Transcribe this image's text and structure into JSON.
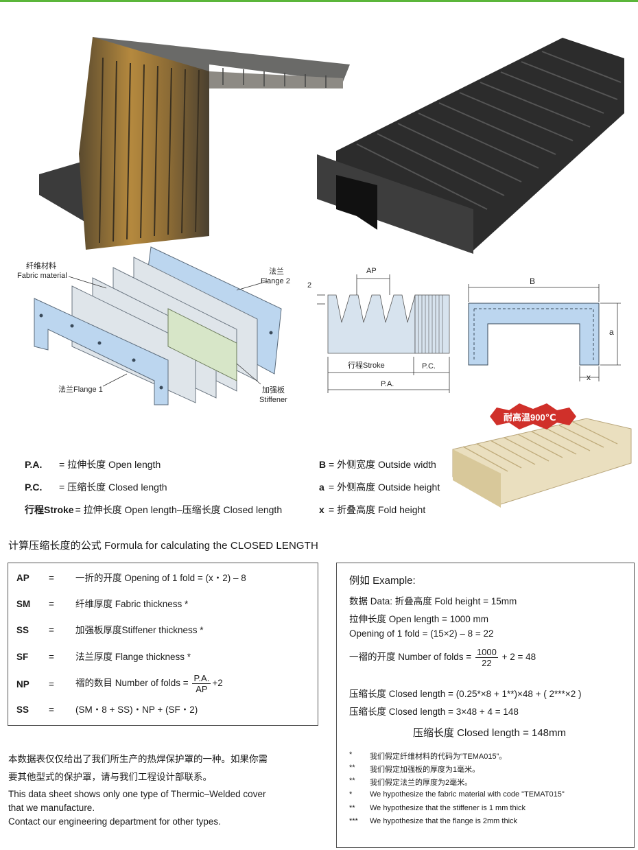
{
  "diagram_labels": {
    "fabric": "纤维材料",
    "fabric_en": "Fabric material",
    "flange2": "法兰",
    "flange2_en": "Flange 2",
    "flange1": "法兰Flange 1",
    "stiffener": "加强板",
    "stiffener_en": "Stiffener",
    "ap": "AP",
    "two": "2",
    "stroke": "行程Stroke",
    "pc": "P.C.",
    "pa": "P.A.",
    "b": "B",
    "a": "a",
    "x": "x",
    "badge": "耐高温900℃"
  },
  "legend_left": [
    {
      "key": "P.A.",
      "text": "= 拉伸长度 Open length"
    },
    {
      "key": "P.C.",
      "text": "= 压缩长度 Closed length"
    },
    {
      "key": "行程Stroke",
      "text": "= 拉伸长度 Open length–压缩长度 Closed length"
    }
  ],
  "legend_right": [
    {
      "key": "B",
      "text": "= 外侧宽度 Outside width"
    },
    {
      "key": "a",
      "text": "= 外侧高度 Outside height"
    },
    {
      "key": "x",
      "text": "= 折叠高度 Fold height"
    }
  ],
  "formula_title": "计算压缩长度的公式 Formula for calculating the CLOSED LENGTH",
  "formulas": [
    {
      "key": "AP",
      "eq": "=",
      "value": "一折的开度 Opening of 1 fold = (x・2) – 8"
    },
    {
      "key": "SM",
      "eq": "=",
      "value": "纤维厚度 Fabric thickness *"
    },
    {
      "key": "SS",
      "eq": "=",
      "value": "加强板厚度Stiffener thickness *"
    },
    {
      "key": "SF",
      "eq": "=",
      "value": "法兰厚度 Flange thickness *"
    },
    {
      "key": "NP",
      "eq": "=",
      "value": "褶的数目 Number of folds =",
      "frac_num": "P.A.",
      "frac_den": "AP",
      "suffix": "+2"
    },
    {
      "key": "SS",
      "eq": "=",
      "value": "(SM・8 + SS)・NP + (SF・2)"
    }
  ],
  "example": {
    "title": "例如 Example:",
    "line1": "数据 Data: 折叠高度 Fold height = 15mm",
    "line2": "拉伸长度 Open length = 1000 mm",
    "line3": "Opening of 1 fold = (15×2) – 8 = 22",
    "line4_pre": "一褶的开度 Number of folds =",
    "line4_num": "1000",
    "line4_den": "22",
    "line4_post": "+ 2 = 48",
    "line5": "压缩长度 Closed length = (0.25*×8 + 1**)×48 + ( 2***×2 )",
    "line6": "压缩长度 Closed length = 3×48 + 4 = 148",
    "result": "压缩长度 Closed length = 148mm"
  },
  "notes": [
    {
      "mark": "*",
      "text": "我们假定纤维材料的代码为“TEMA015”。"
    },
    {
      "mark": "**",
      "text": "我们假定加强板的厚度为1毫米。"
    },
    {
      "mark": "**",
      "text": "我们假定法兰的厚度为2毫米。"
    },
    {
      "mark": "*",
      "text": "We hypothesize the fabric material with code \"TEMAT015\""
    },
    {
      "mark": "**",
      "text": "We hypothesize that the stiffener is 1 mm thick"
    },
    {
      "mark": "***",
      "text": "We hypothesize that the flange is 2mm thick"
    }
  ],
  "disclaimer": {
    "cn1": "本数据表仅仅给出了我们所生产的热焊保护罩的一种。如果你需",
    "cn2": "要其他型式的保护罩，请与我们工程设计部联系。",
    "en1": "This data sheet shows only one type of Thermic–Welded cover",
    "en2": "that we manufacture.",
    "en3": "Contact our engineering department for other types."
  },
  "colors": {
    "accent_green": "#5bb63a",
    "flange_blue": "#bcd6ef",
    "badge_red": "#d0302a"
  }
}
